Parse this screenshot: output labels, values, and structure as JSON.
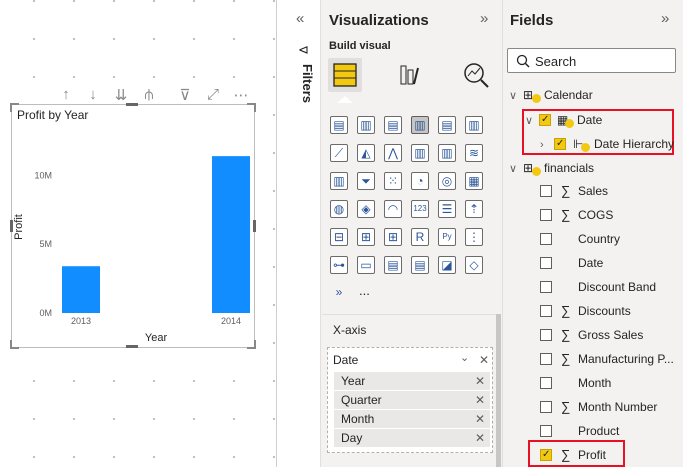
{
  "canvas": {
    "toolbar_icons": [
      "arrow-up-icon",
      "arrow-down-icon",
      "double-arrow-down-icon",
      "expand-hierarchy-icon",
      "filter-icon",
      "focus-mode-icon",
      "more-options-icon"
    ]
  },
  "chart_data": {
    "type": "bar",
    "title": "Profit by Year",
    "categories": [
      "2013",
      "2014"
    ],
    "values": [
      3400000,
      11400000
    ],
    "xlabel": "Year",
    "ylabel": "Profit",
    "yticks": [
      "0M",
      "5M",
      "10M"
    ],
    "ylim": [
      0,
      12500000
    ],
    "color": "#118dff"
  },
  "filters": {
    "label": "Filters"
  },
  "viz": {
    "title": "Visualizations",
    "build_label": "Build visual",
    "more_label": "...",
    "xaxis_label": "X-axis",
    "well_field": "Date",
    "well_items": [
      "Year",
      "Quarter",
      "Month",
      "Day"
    ]
  },
  "fields": {
    "title": "Fields",
    "search_placeholder": "Search",
    "calendar": "Calendar",
    "date": "Date",
    "date_hierarchy": "Date Hierarchy",
    "financials": "financials",
    "items": [
      {
        "label": "Sales",
        "sigma": true,
        "checked": false
      },
      {
        "label": "COGS",
        "sigma": true,
        "checked": false
      },
      {
        "label": "Country",
        "sigma": false,
        "checked": false
      },
      {
        "label": "Date",
        "sigma": false,
        "checked": false
      },
      {
        "label": "Discount Band",
        "sigma": false,
        "checked": false
      },
      {
        "label": "Discounts",
        "sigma": true,
        "checked": false
      },
      {
        "label": "Gross Sales",
        "sigma": true,
        "checked": false
      },
      {
        "label": "Manufacturing P...",
        "sigma": true,
        "checked": false
      },
      {
        "label": "Month",
        "sigma": false,
        "checked": false
      },
      {
        "label": "Month Number",
        "sigma": true,
        "checked": false
      },
      {
        "label": "Product",
        "sigma": false,
        "checked": false
      },
      {
        "label": "Profit",
        "sigma": true,
        "checked": true
      }
    ],
    "accent": "#f2c811",
    "highlight": "#e81123"
  }
}
